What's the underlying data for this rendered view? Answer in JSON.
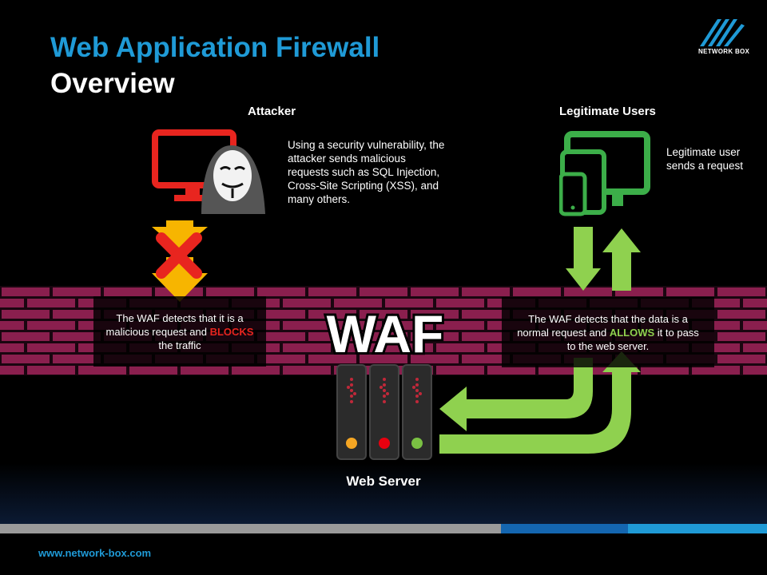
{
  "title": {
    "line1": "Web Application Firewall",
    "line2": "Overview"
  },
  "logo": {
    "text": "NETWORK BOX",
    "icon": "network-box-logo-icon"
  },
  "attacker": {
    "heading": "Attacker",
    "description": "Using a security vulnerability, the attacker sends malicious requests such as SQL Injection,  Cross-Site Scripting (XSS), and many others."
  },
  "legit": {
    "heading": "Legitimate Users",
    "description": "Legitimate user sends a request"
  },
  "block_callout": {
    "text_before": "The WAF detects that it is a malicious request and ",
    "emphasis": "BLOCKS",
    "text_after": " the traffic"
  },
  "allow_callout": {
    "text_before": "The WAF detects that the data is a normal request and ",
    "emphasis": "ALLOWS",
    "text_after": " it to pass to the web server."
  },
  "waf_label": "WAF",
  "server": {
    "label": "Web Server"
  },
  "footer": {
    "url": "www.network-box.com"
  },
  "colors": {
    "accent_blue": "#1f9ad6",
    "attacker_red": "#e8251f",
    "legit_green": "#3cae49",
    "arrow_green": "#8fd14f",
    "arrow_yellow": "#f7b500",
    "brick": "#8a1f4e",
    "mortar": "#1a0610"
  }
}
